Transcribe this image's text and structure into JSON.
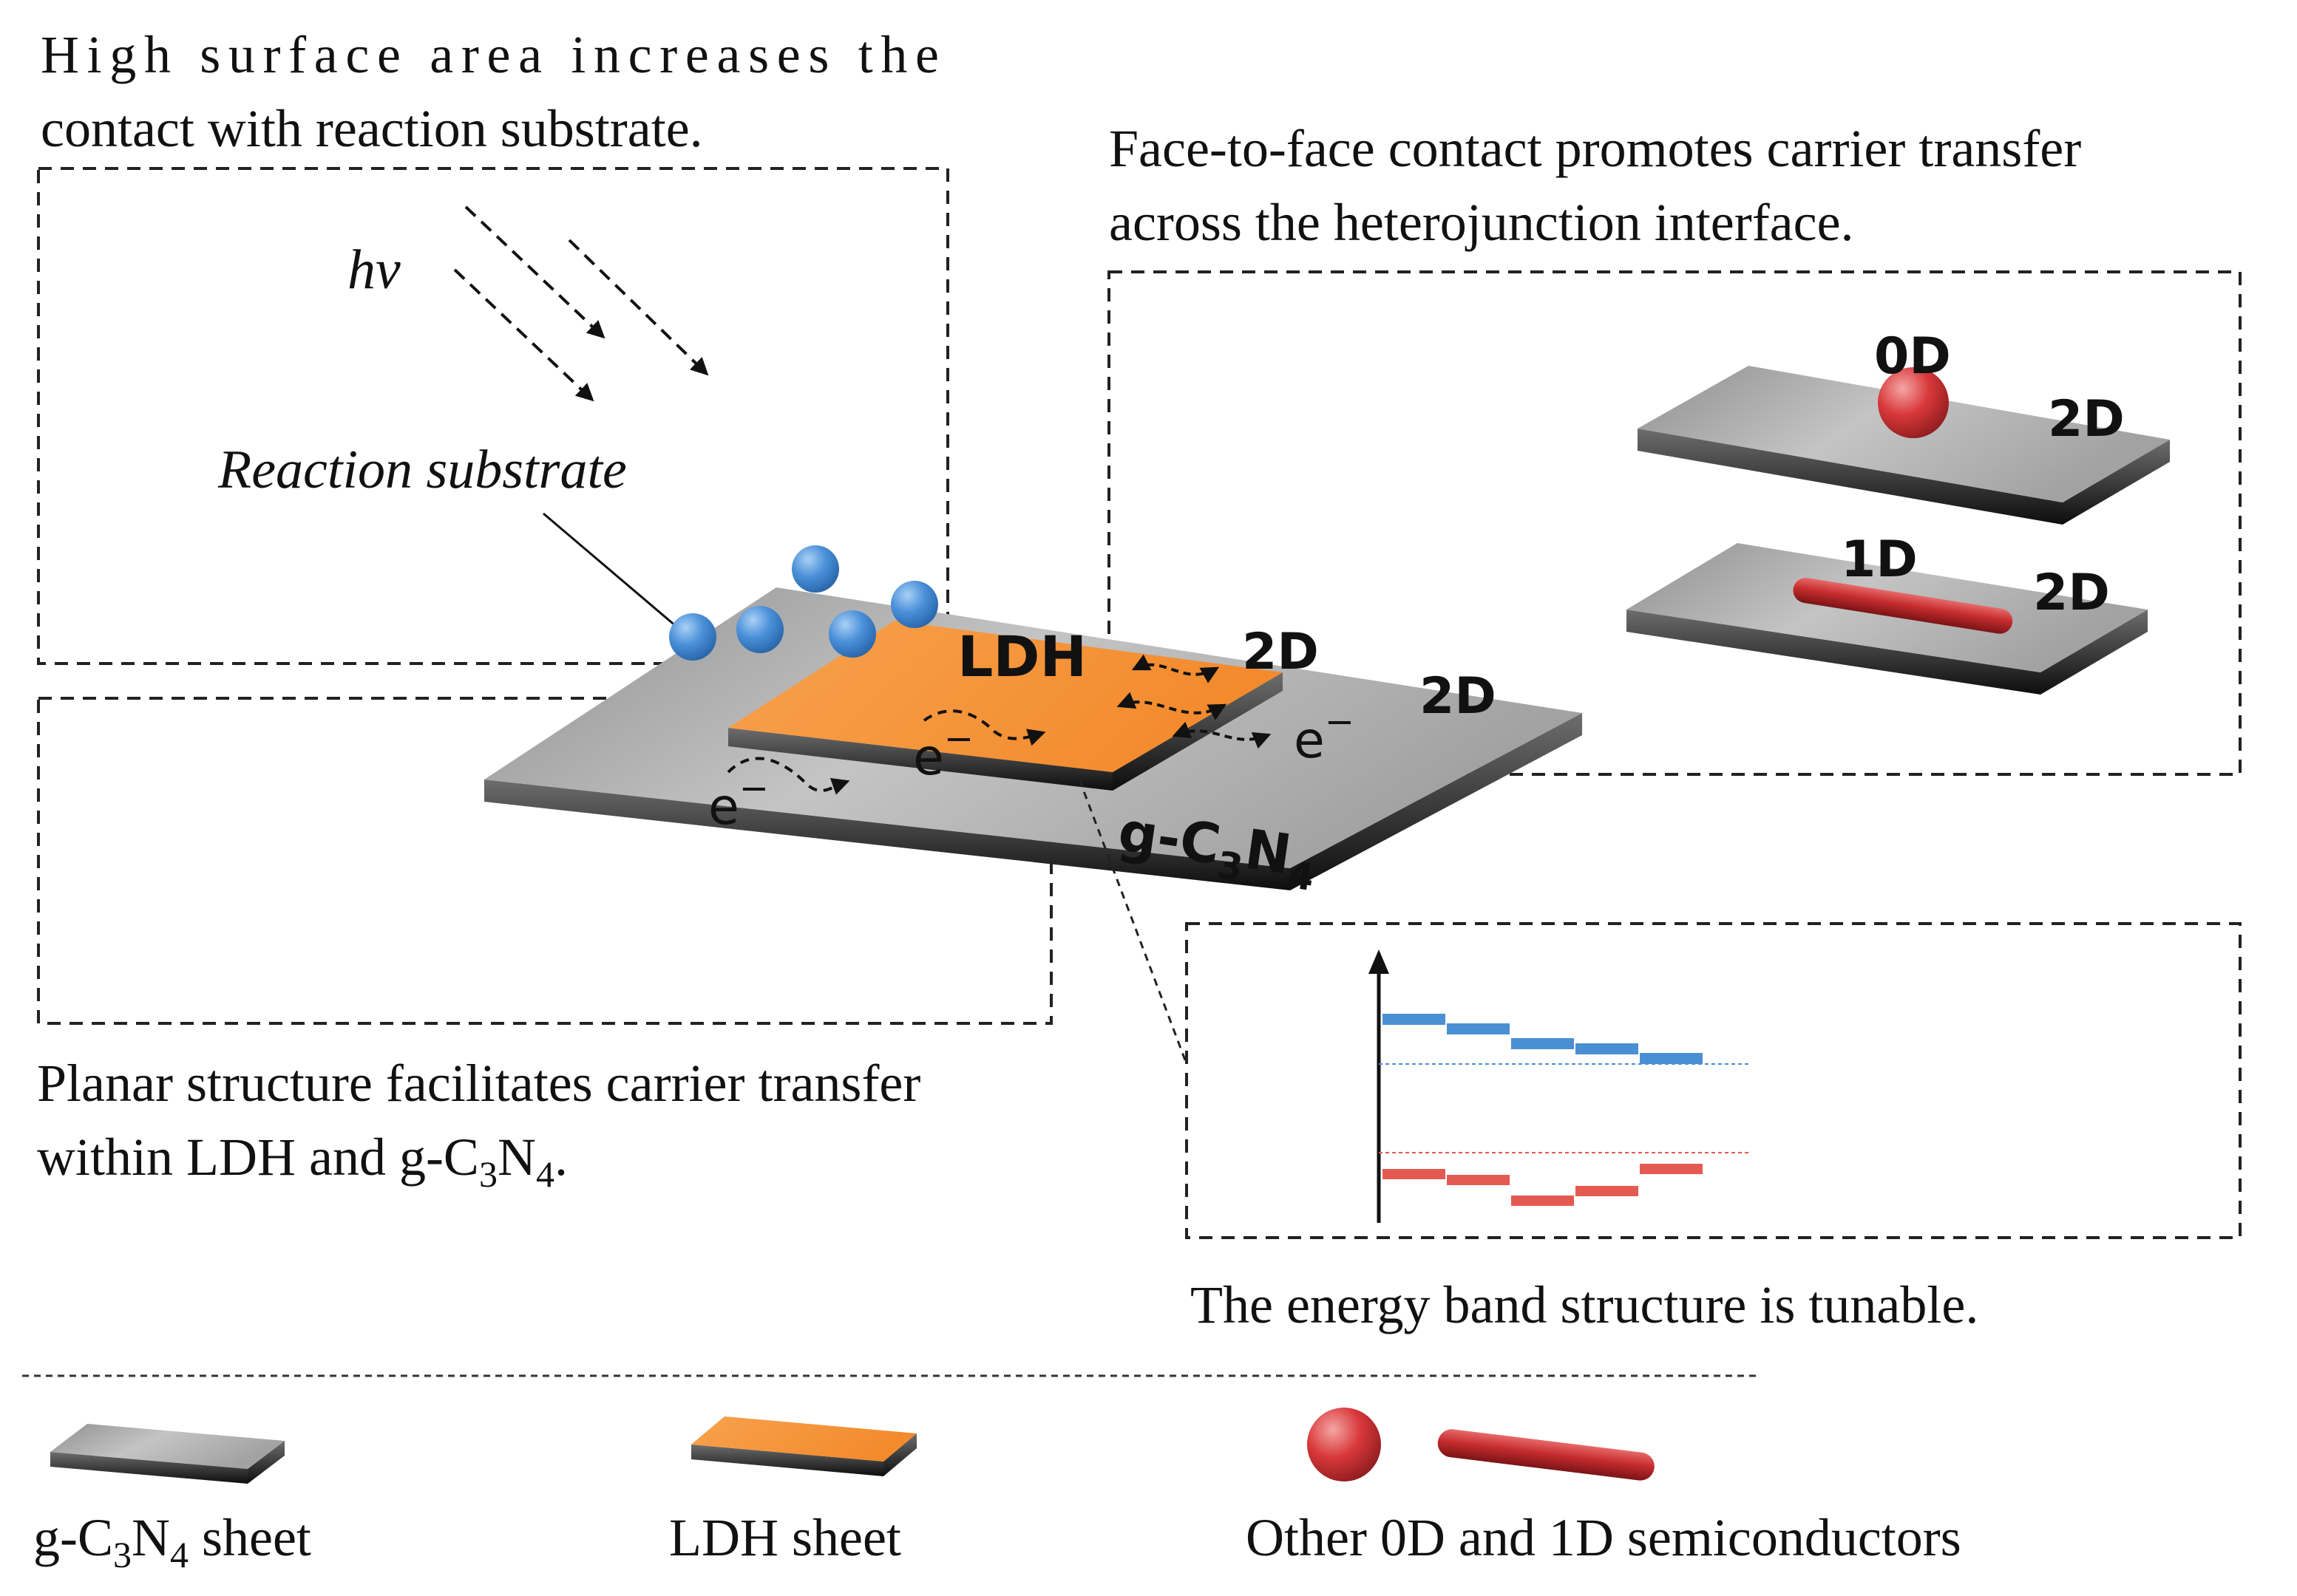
{
  "captions": {
    "surface_line1": "High surface area increases the",
    "surface_line2": "contact with reaction substrate.",
    "face_line1": "Face-to-face contact promotes carrier transfer",
    "face_line2": "across the heterojunction interface.",
    "planar_line1": "Planar structure facilitates carrier transfer",
    "planar_line2_prefix": "within LDH and g-C",
    "planar_line2_sub3": "3",
    "planar_line2_mid": "N",
    "planar_line2_sub4": "4",
    "planar_line2_suffix": ".",
    "band": "The energy band structure is tunable."
  },
  "labels": {
    "hv": "hv",
    "reaction_substrate": "Reaction substrate",
    "ldh": "LDH",
    "ldh_dim": "2D",
    "gcn_dim": "2D",
    "gcn_prefix": "g-C",
    "gcn_sub3": "3",
    "gcn_mid": "N",
    "gcn_sub4": "4",
    "electron": "e",
    "electron_sup": "−",
    "zero_d": "0D",
    "one_d": "1D",
    "two_d_top": "2D",
    "two_d_bottom": "2D"
  },
  "legend": {
    "gcn_prefix": "g-C",
    "gcn_sub3": "3",
    "gcn_mid": "N",
    "gcn_sub4": "4",
    "gcn_suffix": " sheet",
    "ldh_sheet": "LDH sheet",
    "other": "Other 0D and 1D semiconductors"
  },
  "colors": {
    "gcn_sheet": "#b5b5b5",
    "ldh_sheet": "#f79a3e",
    "substrate_sphere": "#4a90d9",
    "semiconductor": "#d9383a",
    "conduction_band": "#4a8fd4",
    "valence_band": "#e45a52"
  }
}
